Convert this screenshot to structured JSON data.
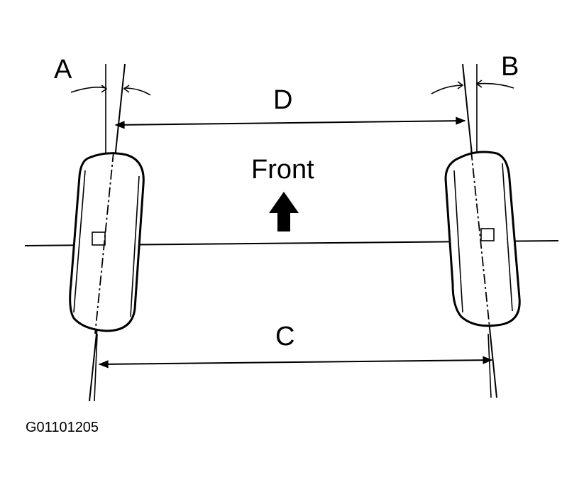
{
  "labels": {
    "a": "A",
    "b": "B",
    "c": "C",
    "d": "D",
    "front": "Front",
    "figure_code": "G01101205"
  },
  "colors": {
    "line": "#000000",
    "background": "#ffffff"
  },
  "icons": {
    "direction": "arrow-up-icon"
  }
}
